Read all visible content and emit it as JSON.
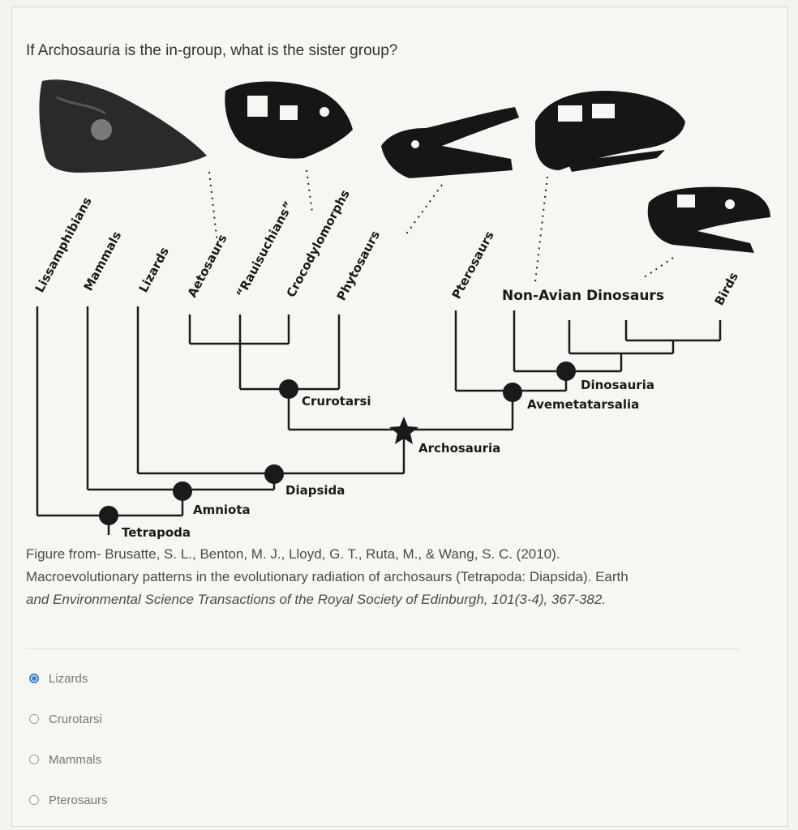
{
  "question": "If Archosauria is the in-group, what is the sister group?",
  "tree": {
    "taxa": [
      "Lissamphibians",
      "Mammals",
      "Lizards",
      "Aetosaurs",
      "“Rauisuchians”",
      "Crocodylomorphs",
      "Phytosaurs",
      "Pterosaurs",
      "Birds"
    ],
    "non_avian": "Non-Avian Dinosaurs",
    "clades": {
      "tetrapoda": "Tetrapoda",
      "amniota": "Amniota",
      "diapsida": "Diapsida",
      "archosauria": "Archosauria",
      "crurotarsi": "Crurotarsi",
      "avemetatarsalia": "Avemetatarsalia",
      "dinosauria": "Dinosauria"
    }
  },
  "caption": {
    "line1": "Figure from- Brusatte, S. L., Benton, M. J., Lloyd, G. T., Ruta, M., & Wang, S. C. (2010).",
    "line2": "Macroevolutionary patterns in the evolutionary radiation of archosaurs (Tetrapoda: Diapsida). Earth",
    "line3": "and Environmental Science Transactions of the Royal Society of Edinburgh, 101(3-4), 367-382."
  },
  "options": [
    {
      "label": "Lizards",
      "selected": true
    },
    {
      "label": "Crurotarsi",
      "selected": false
    },
    {
      "label": "Mammals",
      "selected": false
    },
    {
      "label": "Pterosaurs",
      "selected": false
    }
  ],
  "colors": {
    "accent": "#3b7fc4",
    "tree": "#1a1a1a",
    "background": "#f6f6f2"
  },
  "icons": [
    "skull-1-icon",
    "skull-2-icon",
    "skull-3-icon",
    "skull-4-icon",
    "skull-5-icon",
    "star-icon"
  ]
}
